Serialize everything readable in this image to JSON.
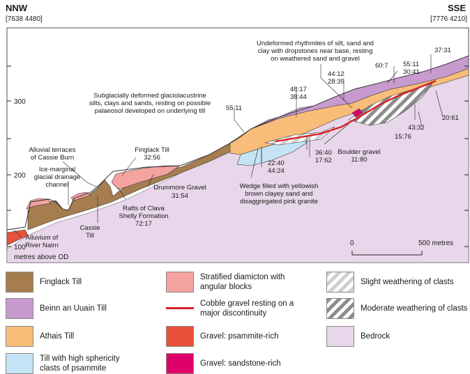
{
  "header": {
    "left_dir": "NNW",
    "left_coord": "[7638 4480]",
    "right_dir": "SSE",
    "right_coord": "[7776 4210]"
  },
  "axis": {
    "ticks": [
      "300",
      "200",
      "100"
    ],
    "unit": "metres above OD",
    "scale_start": "0",
    "scale_end": "500 metres"
  },
  "labels": {
    "subglacial": [
      "Subglacially deformed glaciolacustrine",
      "silts, clays and sands, resting on possible",
      "palaeosol developed on underlying till"
    ],
    "undeformed": [
      "Undeformed rhythmites of silt, sand and",
      "clay with dropstones near base, resting",
      "on weathered sand and gravel"
    ],
    "alluvial_terraces": [
      "Alluvial terraces",
      "of Cassie Burn"
    ],
    "ice_marginal": [
      "Ice-marginal",
      "glacial drainage",
      "channel"
    ],
    "finglack_till": [
      "Finglack Till",
      "32:56"
    ],
    "drummore": [
      "Drummore Gravel",
      "31:54"
    ],
    "rafts": [
      "Rafts of Clava",
      "Shelly Formation",
      "72:17"
    ],
    "cassie_till": [
      "Cassie",
      "Till"
    ],
    "alluvium": [
      "Alluvium of",
      "River Nairn"
    ],
    "wedge": [
      "Wedge filled with yellowish",
      "brown clayey sand and",
      "disaggregated pink granite"
    ],
    "boulder": [
      "Boulder gravel",
      "11:80"
    ],
    "r_55_11a": "55:11",
    "r_48_17": "48:17",
    "r_38_44": "38:44",
    "r_44_12": "44:12",
    "r_28_35": "28:35",
    "r_60_7": "60:7",
    "r_55_11b": "55:11",
    "r_30_41": "30:41",
    "r_37_31": "37:31",
    "r_22_40": "22:40",
    "r_44_24": "44:24",
    "r_36_40": "36:40",
    "r_17_62": "17:62",
    "r_20_61": "20:61",
    "r_43_32": "43:32",
    "r_15_76": "15:76"
  },
  "legend": [
    {
      "label": "Finglack Till",
      "color": "#a57d4e",
      "pattern": "solid"
    },
    {
      "label": "Beinn an Uuain Till",
      "color": "#c79bce",
      "pattern": "solid"
    },
    {
      "label": "Athais Till",
      "color": "#f7bd79",
      "pattern": "solid"
    },
    {
      "label": "Till with high sphericity\nclasts of psammite",
      "color": "#c4e3f4",
      "pattern": "solid"
    },
    {
      "label": "Stratified diamicton with\nangular blocks",
      "color": "#f4a3a0",
      "pattern": "solid"
    },
    {
      "label": "Cobble gravel resting on a\nmajor discontinuity",
      "color": "#d71f26",
      "pattern": "line"
    },
    {
      "label": "Gravel: psammite-rich",
      "color": "#e8523a",
      "pattern": "solid"
    },
    {
      "label": "Gravel: sandstone-rich",
      "color": "#e0006a",
      "pattern": "solid"
    },
    {
      "label": "Slight weathering of clasts",
      "color": "#cfcfcf",
      "pattern": "hatch-light"
    },
    {
      "label": "Moderate weathering of clasts",
      "color": "#8c8c8c",
      "pattern": "hatch-dark"
    },
    {
      "label": "Bedrock",
      "color": "#e8d6ea",
      "pattern": "solid"
    }
  ]
}
